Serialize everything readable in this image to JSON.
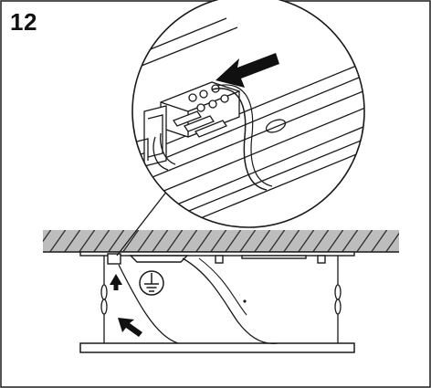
{
  "instruction": {
    "step_number": "12"
  },
  "colors": {
    "line": "#1a1a1a",
    "hatch_fill": "#bdbdbd",
    "panel_border": "#1a1a1a",
    "background": "#ffffff"
  },
  "icons": {
    "ground": "protective-earth-symbol",
    "arrow_fit": "black-arrow",
    "arrow_up": "black-up-arrow",
    "arrow_diag": "black-diagonal-arrow"
  }
}
